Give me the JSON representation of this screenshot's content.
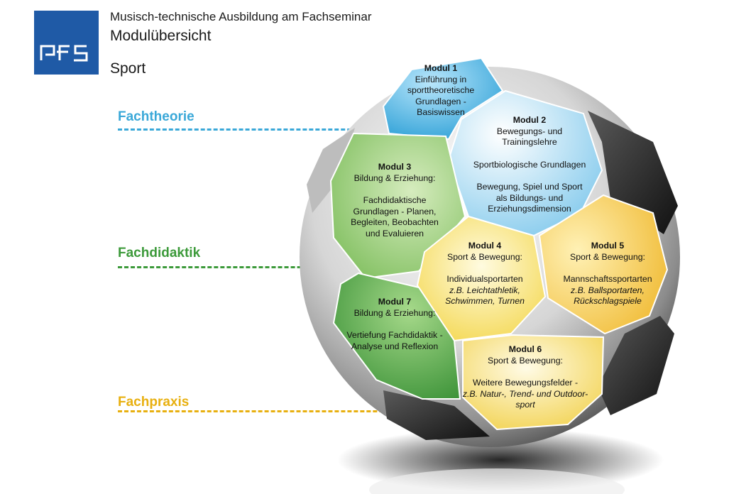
{
  "header": {
    "line1": "Musisch-technische Ausbildung am Fachseminar",
    "line2": "Modulübersicht",
    "line3": "Sport",
    "logo_text": "pfs"
  },
  "categories": [
    {
      "label": "Fachtheorie",
      "color": "#3aa8d8"
    },
    {
      "label": "Fachdidaktik",
      "color": "#3c9a3a"
    },
    {
      "label": "Fachpraxis",
      "color": "#e8b010"
    }
  ],
  "modules": [
    {
      "title": "Modul 1",
      "lines": [
        "Einführung in",
        "sporttheoretische",
        "Grundlagen -",
        "Basiswissen"
      ],
      "color": "#3aa8d8"
    },
    {
      "title": "Modul 2",
      "lines": [
        "Bewegungs- und",
        "Trainingslehre",
        "",
        "Sportbiologische Grundlagen",
        "",
        "Bewegung, Spiel und Sport",
        "als Bildungs- und",
        "Erziehungsdimension"
      ],
      "color": "#9fd6f0"
    },
    {
      "title": "Modul 3",
      "lines": [
        "Bildung & Erziehung:",
        "",
        "Fachdidaktische",
        "Grundlagen - Planen,",
        "Begleiten, Beobachten",
        "und Evaluieren"
      ],
      "color": "#8cc66a"
    },
    {
      "title": "Modul 4",
      "lines": [
        "Sport & Bewegung:",
        "",
        "Individualsportarten"
      ],
      "italic": [
        "z.B. Leichtathletik,",
        "Schwimmen, Turnen"
      ],
      "color": "#f5e15a"
    },
    {
      "title": "Modul 5",
      "lines": [
        "Sport & Bewegung:",
        "",
        "Mannschaftssportarten"
      ],
      "italic": [
        "z.B. Ballsportarten,",
        "Rückschlagspiele"
      ],
      "color": "#f3c233"
    },
    {
      "title": "Modul 6",
      "lines": [
        "Sport & Bewegung:",
        "",
        "Weitere Bewegungsfelder -"
      ],
      "italic": [
        "z.B. Natur-, Trend- und Outdoor-",
        "sport"
      ],
      "color": "#f5dc5a"
    },
    {
      "title": "Modul 7",
      "lines": [
        "Bildung & Erziehung:",
        "",
        "Vertiefung Fachdidaktik -",
        "Analyse und Reflexion"
      ],
      "color": "#3d9a3a"
    }
  ]
}
